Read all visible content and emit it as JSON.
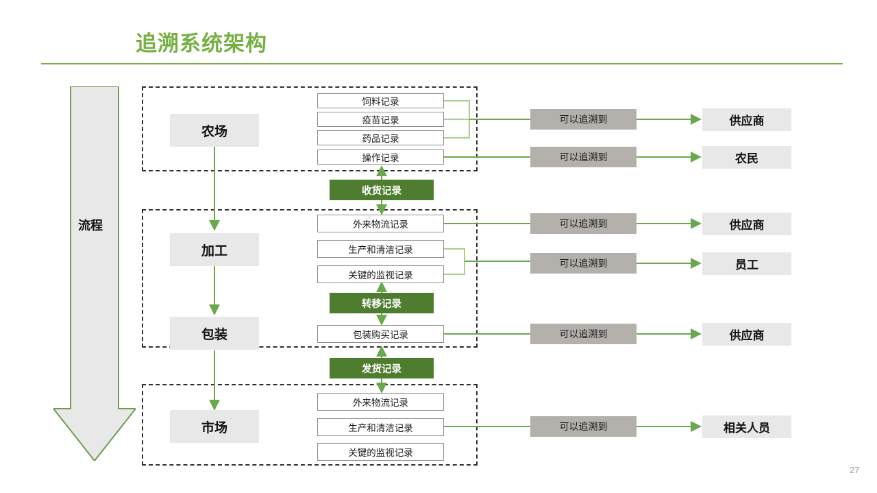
{
  "header": {
    "title": "追溯系统架构",
    "accent_color": "#76b043"
  },
  "page_number": "27",
  "flow": {
    "label": "流程",
    "arrow_direction": "down",
    "arrow_fill": "#e8e8e8",
    "arrow_stroke": "#6f9b4e"
  },
  "colors": {
    "green_box": "#4e7d30",
    "grey_trace_box": "#b4b0ab",
    "light_grey_box": "#e8e8e8",
    "connector_line": "#6aa84f",
    "dashed_border": "#2e2e2e"
  },
  "stages": [
    {
      "name": "农场",
      "records": [
        "饲料记录",
        "疫苗记录",
        "药品记录",
        "操作记录"
      ]
    },
    {
      "name": "加工",
      "records": [
        "外来物流记录",
        "生产和清洁记录",
        "关键的监视记录"
      ]
    },
    {
      "name": "包装",
      "records": [
        "包装购买记录"
      ]
    },
    {
      "name": "市场",
      "records": [
        "外来物流记录",
        "生产和清洁记录",
        "关键的监视记录"
      ]
    }
  ],
  "transfer_records": [
    {
      "label": "收货记录"
    },
    {
      "label": "转移记录"
    },
    {
      "label": "发货记录"
    }
  ],
  "trace_links": [
    {
      "trace_label": "可以追溯到",
      "target": "供应商"
    },
    {
      "trace_label": "可以追溯到",
      "target": "农民"
    },
    {
      "trace_label": "可以追溯到",
      "target": "供应商"
    },
    {
      "trace_label": "可以追溯到",
      "target": "员工"
    },
    {
      "trace_label": "可以追溯到",
      "target": "供应商"
    },
    {
      "trace_label": "可以追溯到",
      "target": "相关人员"
    }
  ]
}
